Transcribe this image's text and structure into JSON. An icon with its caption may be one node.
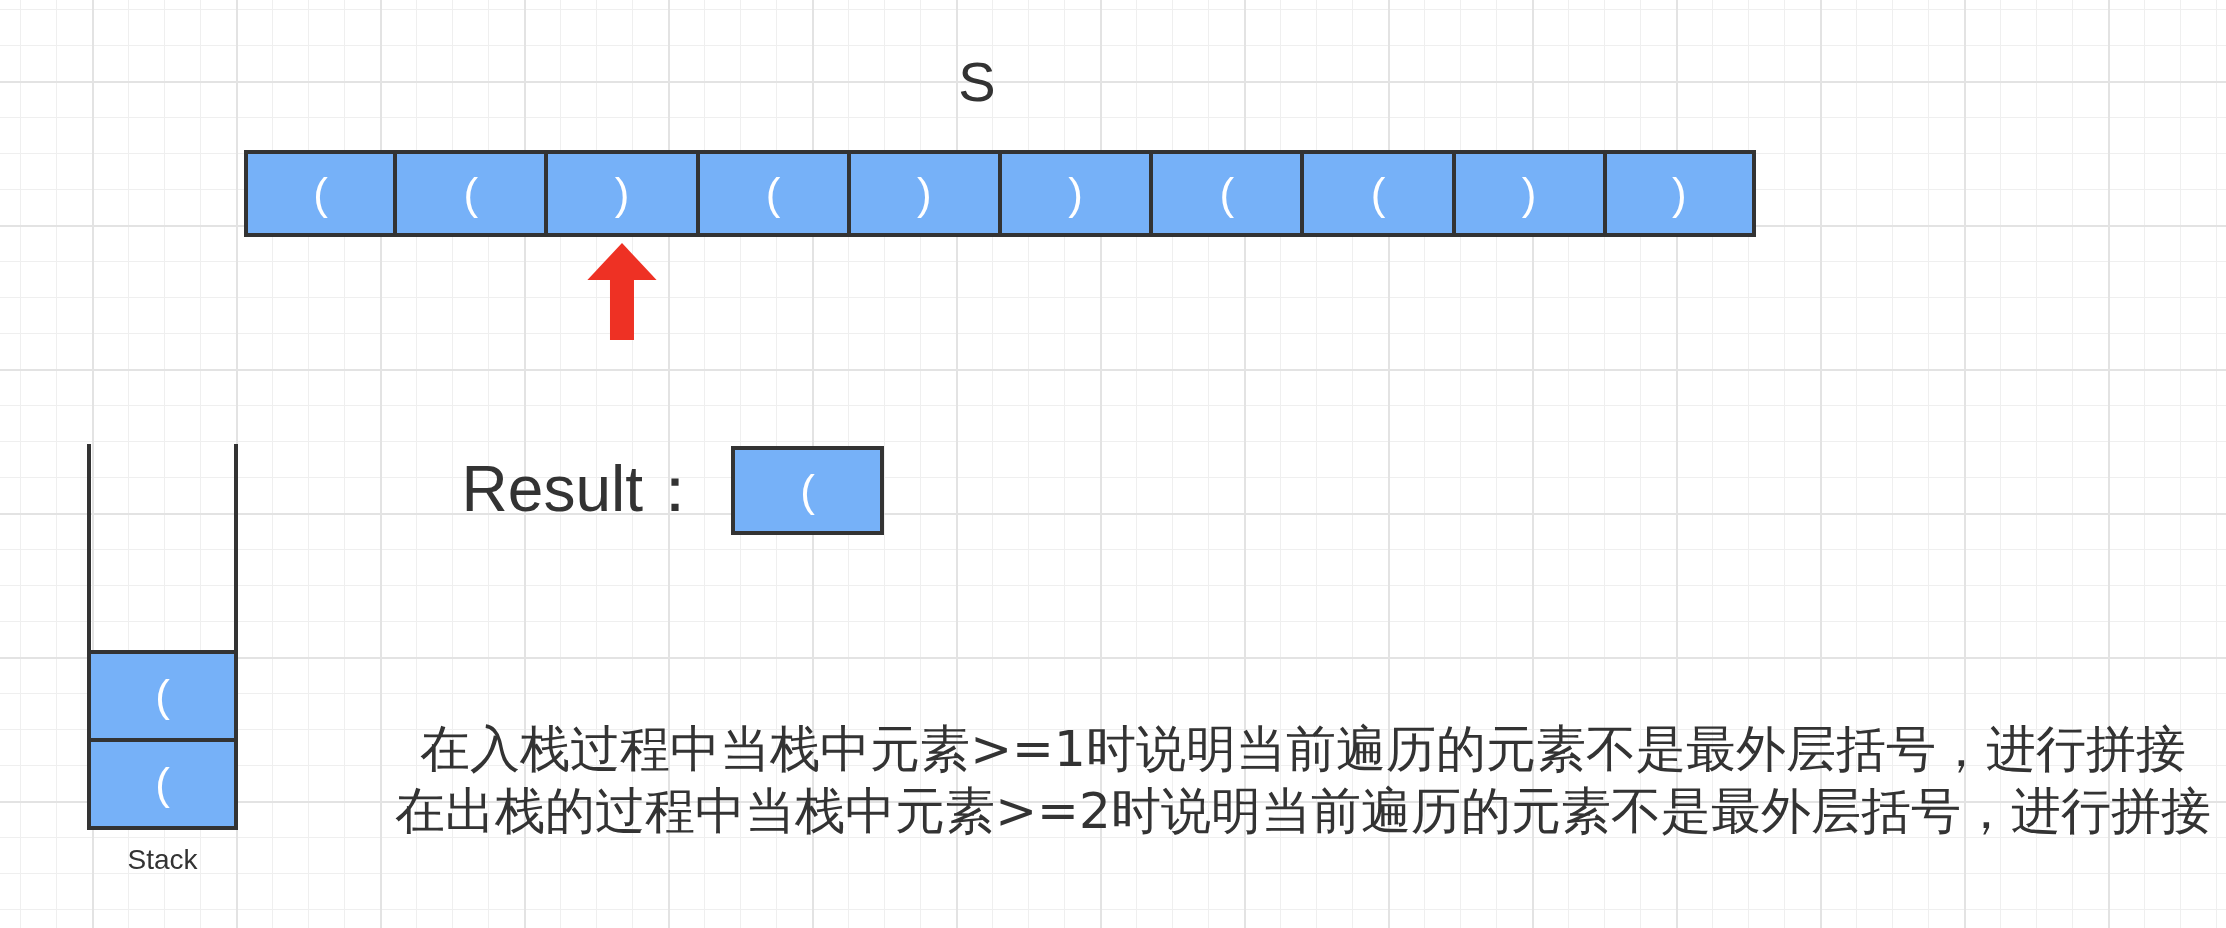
{
  "diagram": {
    "nodes": [
      {
        "text": [
          "S"
        ]
      },
      {
        "text": [
          "("
        ],
        "in": 0
      },
      {
        "text": [
          "("
        ],
        "in": 0
      },
      {
        "text": [
          ")"
        ],
        "in": 0
      },
      {
        "text": [
          "("
        ],
        "in": 0
      },
      {
        "text": [
          ")"
        ],
        "in": 0
      },
      {
        "text": [
          ")"
        ],
        "in": 0
      },
      {
        "text": [
          "("
        ],
        "in": 0
      },
      {
        "text": [
          "("
        ],
        "in": 0
      },
      {
        "text": [
          ")"
        ],
        "in": 0
      },
      {
        "text": [
          ")"
        ],
        "in": 0
      },
      {
        "text": [
          "Stack"
        ]
      },
      {
        "text": [
          "("
        ],
        "in": 11
      },
      {
        "text": [
          "("
        ],
        "in": 11
      },
      {
        "text": [
          "("
        ],
        "beside": [
          "Result："
        ]
      }
    ],
    "edges": [
      {
        "from": null,
        "to": 3,
        "arrow": "to",
        "color": "#ee3124"
      }
    ],
    "labels": [
      "在入栈过程中当栈中元素>=1时说明当前遍历的元素不是最外层括号，进行拼接",
      "在出栈的过程中当栈中元素>=2时说明当前遍历的元素不是最外层括号，进行拼接"
    ]
  }
}
